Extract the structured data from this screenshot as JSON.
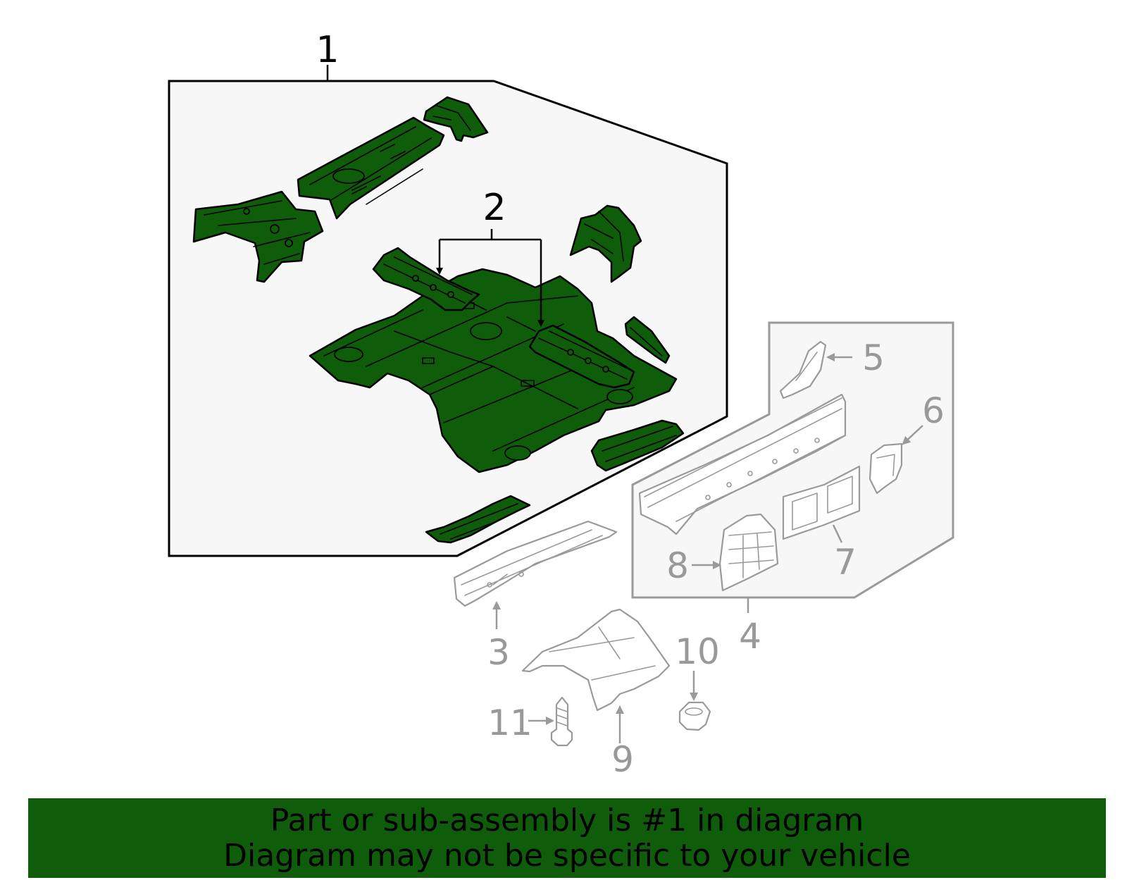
{
  "callouts": {
    "c1": "1",
    "c2": "2",
    "c3": "3",
    "c4": "4",
    "c5": "5",
    "c6": "6",
    "c7": "7",
    "c8": "8",
    "c9": "9",
    "c10": "10",
    "c11": "11"
  },
  "banner": {
    "line1": "Part or sub-assembly is #1 in diagram",
    "line2": "Diagram may not be specific to your vehicle"
  },
  "colors": {
    "highlight_part": "#0f5c0a",
    "banner_background": "#0f5c0a",
    "other_parts": "#999999",
    "assembly_frame_fill": "#f7f7f7"
  }
}
